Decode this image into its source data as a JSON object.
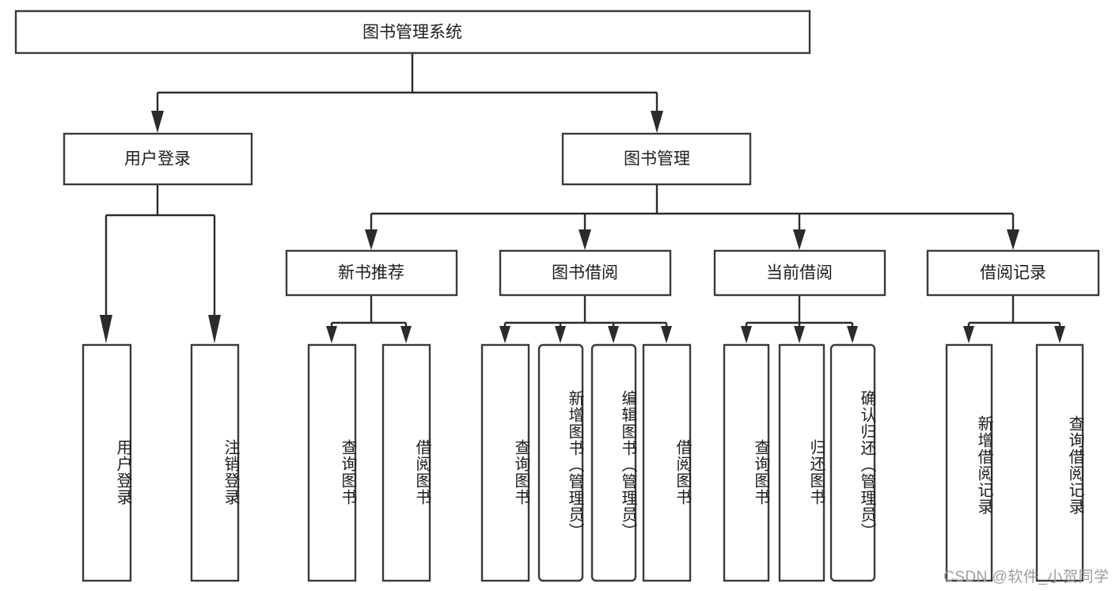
{
  "diagram": {
    "title": "图书管理系统",
    "type": "tree-hierarchy",
    "root": {
      "id": "root",
      "label": "图书管理系统",
      "orientation": "horizontal"
    },
    "level2": [
      {
        "id": "user-login",
        "label": "用户登录",
        "orientation": "horizontal"
      },
      {
        "id": "book-manage",
        "label": "图书管理",
        "orientation": "horizontal"
      }
    ],
    "level3": [
      {
        "id": "new-book-recommend",
        "label": "新书推荐",
        "orientation": "horizontal"
      },
      {
        "id": "book-borrow",
        "label": "图书借阅",
        "orientation": "horizontal"
      },
      {
        "id": "current-borrow",
        "label": "当前借阅",
        "orientation": "horizontal"
      },
      {
        "id": "borrow-record",
        "label": "借阅记录",
        "orientation": "horizontal"
      }
    ],
    "leaves": {
      "user_login": [
        {
          "id": "leaf-user-login",
          "label": "用户登录",
          "orientation": "vertical",
          "rounded": false
        },
        {
          "id": "leaf-logout-login",
          "label": "注销登录",
          "orientation": "vertical",
          "rounded": false
        }
      ],
      "new_book_recommend": [
        {
          "id": "leaf-query-book-1",
          "label": "查询图书",
          "orientation": "vertical",
          "rounded": false
        },
        {
          "id": "leaf-borrow-book-1",
          "label": "借阅图书",
          "orientation": "vertical",
          "rounded": false
        }
      ],
      "book_borrow": [
        {
          "id": "leaf-query-book-2",
          "label": "查询图书",
          "orientation": "vertical",
          "rounded": false
        },
        {
          "id": "leaf-add-book",
          "label": "新增图书（管理员）",
          "orientation": "vertical",
          "rounded": true
        },
        {
          "id": "leaf-edit-book",
          "label": "编辑图书（管理员）",
          "orientation": "vertical",
          "rounded": true
        },
        {
          "id": "leaf-borrow-book-2",
          "label": "借阅图书",
          "orientation": "vertical",
          "rounded": false
        }
      ],
      "current_borrow": [
        {
          "id": "leaf-query-book-3",
          "label": "查询图书",
          "orientation": "vertical",
          "rounded": false
        },
        {
          "id": "leaf-return-book",
          "label": "归还图书",
          "orientation": "vertical",
          "rounded": false
        },
        {
          "id": "leaf-confirm-return",
          "label": "确认归还（管理员）",
          "orientation": "vertical",
          "rounded": true
        }
      ],
      "borrow_record": [
        {
          "id": "leaf-add-record",
          "label": "新增借阅记录",
          "orientation": "vertical",
          "rounded": false
        },
        {
          "id": "leaf-query-record",
          "label": "查询借阅记录",
          "orientation": "vertical",
          "rounded": false
        }
      ]
    }
  },
  "watermark": {
    "text": "CSDN @软件_小贺同学"
  },
  "colors": {
    "box_stroke": "#3a3a3a",
    "connector": "#2b2b2b",
    "text": "#1d1d1d",
    "background": "#ffffff",
    "watermark": "#9d9d9d"
  }
}
